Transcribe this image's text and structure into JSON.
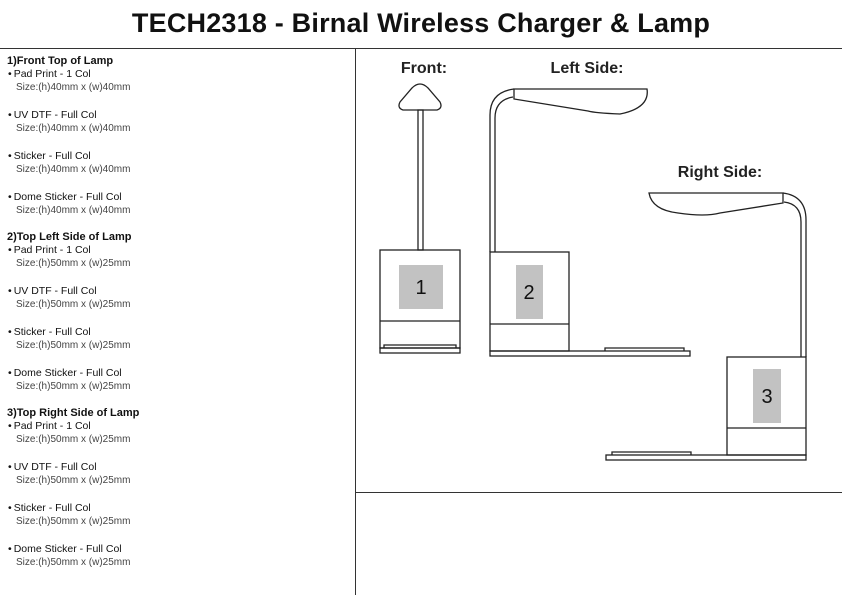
{
  "title": "TECH2318 - Birnal Wireless Charger & Lamp",
  "sections": [
    {
      "title": "1)Front Top of Lamp",
      "items": [
        {
          "name": "Pad Print - 1 Col",
          "size": "Size:(h)40mm x (w)40mm"
        },
        {
          "name": "UV DTF - Full Col",
          "size": "Size:(h)40mm x (w)40mm"
        },
        {
          "name": "Sticker - Full Col",
          "size": "Size:(h)40mm x (w)40mm"
        },
        {
          "name": "Dome Sticker - Full Col",
          "size": "Size:(h)40mm x (w)40mm"
        }
      ]
    },
    {
      "title": "2)Top Left Side of Lamp",
      "items": [
        {
          "name": "Pad Print - 1 Col",
          "size": "Size:(h)50mm x (w)25mm"
        },
        {
          "name": "UV DTF - Full Col",
          "size": "Size:(h)50mm x (w)25mm"
        },
        {
          "name": "Sticker - Full Col",
          "size": "Size:(h)50mm x (w)25mm"
        },
        {
          "name": "Dome Sticker - Full Col",
          "size": "Size:(h)50mm x (w)25mm"
        }
      ]
    },
    {
      "title": "3)Top Right Side of Lamp",
      "items": [
        {
          "name": "Pad Print - 1 Col",
          "size": "Size:(h)50mm x (w)25mm"
        },
        {
          "name": "UV DTF - Full Col",
          "size": "Size:(h)50mm x (w)25mm"
        },
        {
          "name": "Sticker - Full Col",
          "size": "Size:(h)50mm x (w)25mm"
        },
        {
          "name": "Dome Sticker - Full Col",
          "size": "Size:(h)50mm x (w)25mm"
        }
      ]
    }
  ],
  "views": {
    "front": {
      "label": "Front:",
      "area": "1"
    },
    "left": {
      "label": "Left Side:",
      "area": "2"
    },
    "right": {
      "label": "Right Side:",
      "area": "3"
    }
  },
  "colors": {
    "print_area": "#c2c2c2",
    "line": "#222222"
  }
}
